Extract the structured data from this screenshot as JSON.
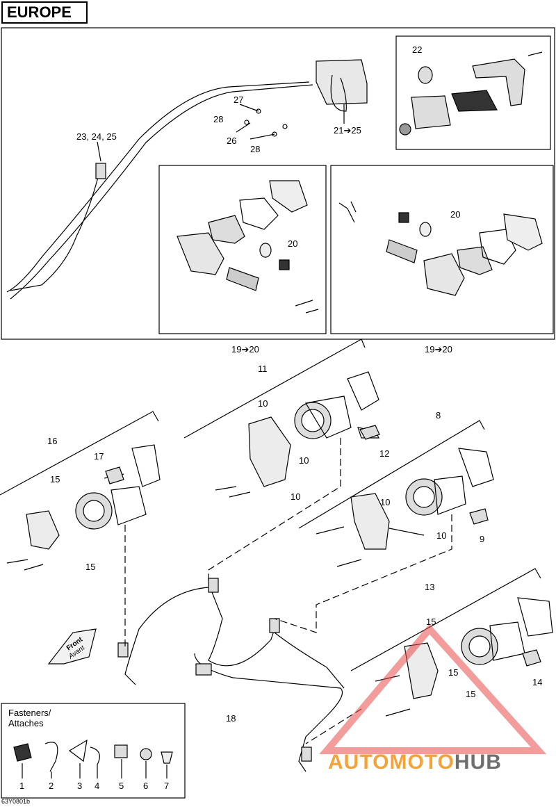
{
  "header": {
    "title": "EUROPE"
  },
  "callouts": {
    "c22": "22",
    "c27": "27",
    "c28a": "28",
    "c26": "26",
    "c28b": "28",
    "c21_25": "21➔25",
    "c23_25": "23, 24, 25",
    "c20a": "20",
    "c20b": "20",
    "c19_20a": "19➔20",
    "c19_20b": "19➔20",
    "c11": "11",
    "c10a": "10",
    "c10b": "10",
    "c10c": "10",
    "c12": "12",
    "c16": "16",
    "c17": "17",
    "c15a": "15",
    "c15b": "15",
    "c8": "8",
    "c10d": "10",
    "c10e": "10",
    "c9": "9",
    "c13": "13",
    "c15c": "15",
    "c15d": "15",
    "c15e": "15",
    "c14": "14",
    "c18": "18",
    "front": "Front",
    "avant": "Avant"
  },
  "fasteners": {
    "title": "Fasteners/ Attaches",
    "items": [
      "1",
      "2",
      "3",
      "4",
      "5",
      "6",
      "7"
    ]
  },
  "footer": {
    "code": "63Y0801b"
  },
  "watermark": {
    "part1": "AUTO",
    "part2": "MOTO",
    "part3": "HUB",
    "color_main": "#f4a23a",
    "color_tri": "#e84a4a",
    "color_hub": "#6e6e6e"
  }
}
